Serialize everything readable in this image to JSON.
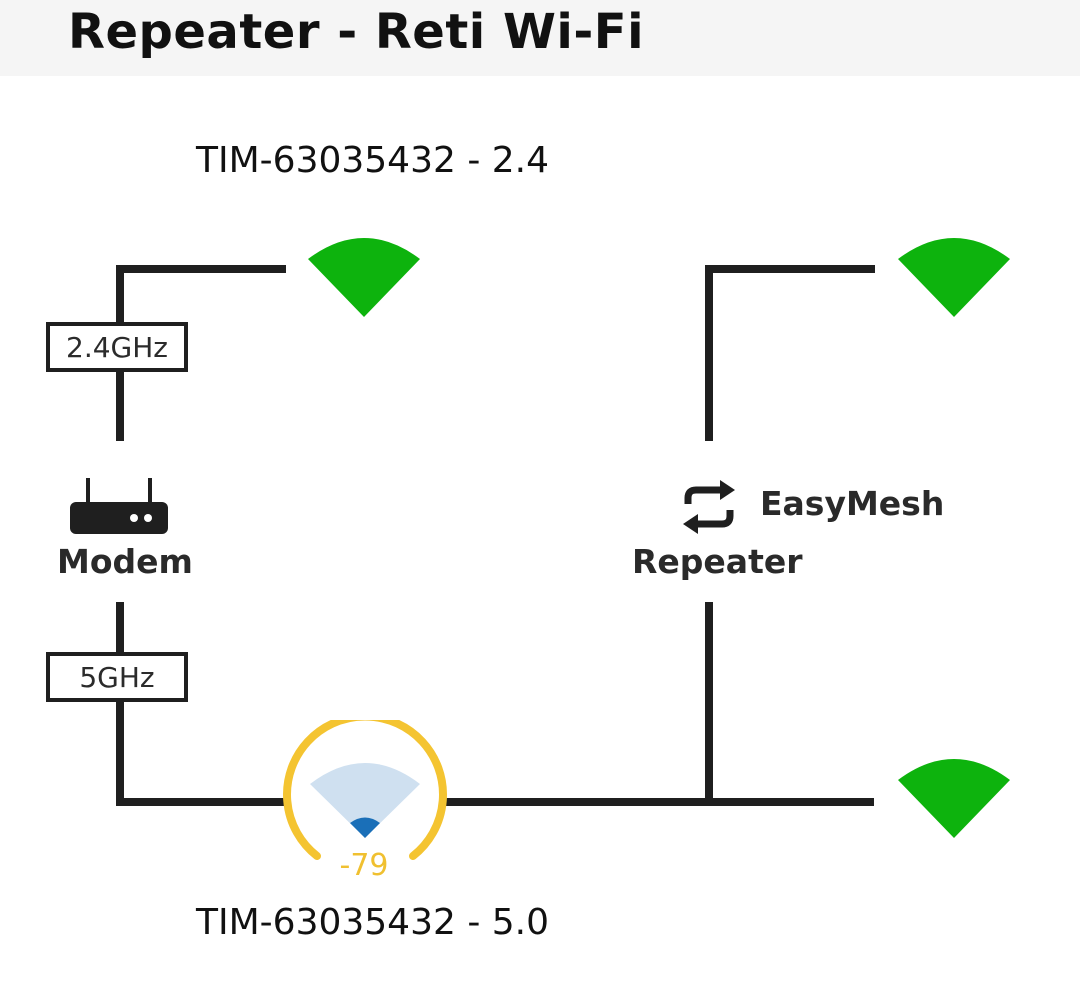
{
  "header": {
    "title": "Repeater - Reti Wi-Fi"
  },
  "network": {
    "ssid_24": "TIM-63035432 - 2.4",
    "ssid_50": "TIM-63035432 - 5.0"
  },
  "bands": {
    "band_24": "2.4GHz",
    "band_50": "5GHz"
  },
  "modem": {
    "label": "Modem",
    "icon": "router-icon"
  },
  "repeater": {
    "label": "Repeater",
    "mode_label": "EasyMesh",
    "mode_icon": "sync-arrows-icon"
  },
  "signal": {
    "value": "-79",
    "ring_color": "#f4c431",
    "icon": "wifi-signal-icon"
  },
  "colors": {
    "line": "#1f1f1f",
    "wifi_active": "#0db30d",
    "signal_fill": "#cfe0f0",
    "signal_dot": "#1a6fb8"
  }
}
